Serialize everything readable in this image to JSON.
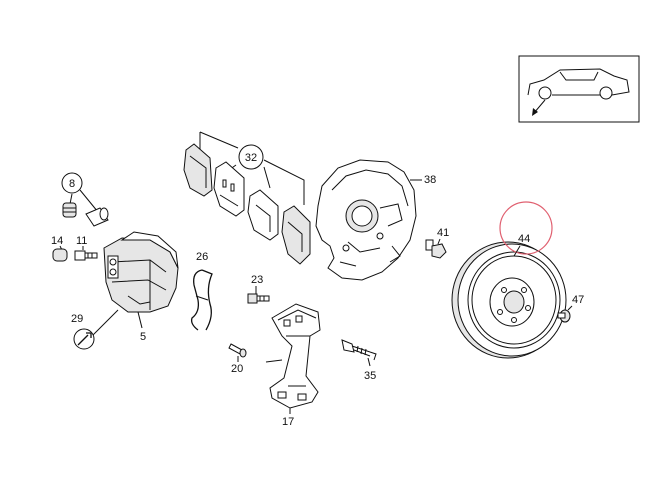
{
  "diagram": {
    "parts": {
      "p8": "8",
      "p14": "14",
      "p11": "11",
      "p29": "29",
      "p5": "5",
      "p26": "26",
      "p32": "32",
      "p23": "23",
      "p20": "20",
      "p17": "17",
      "p35": "35",
      "p38": "38",
      "p41": "41",
      "p44": "44",
      "p47": "47"
    },
    "highlight_color": "#e06070",
    "line_color": "#111111"
  }
}
